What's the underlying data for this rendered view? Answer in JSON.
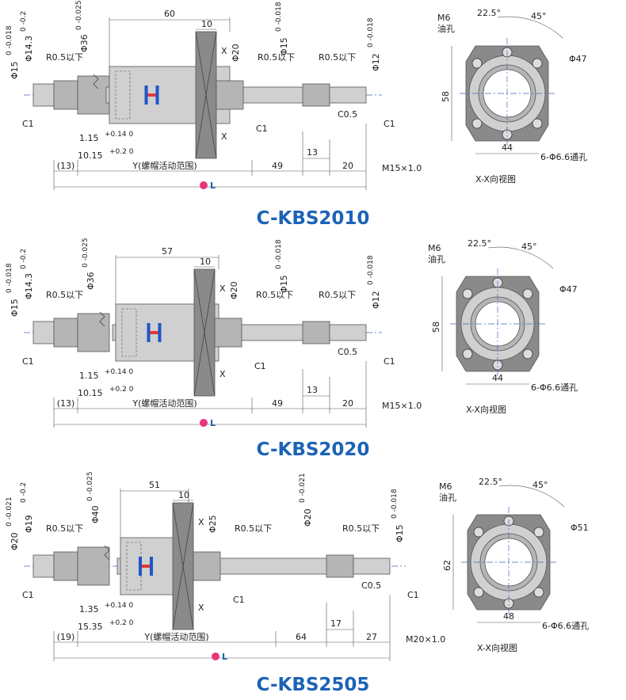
{
  "panels": [
    {
      "title": "C-KBS2010",
      "dims": {
        "d_shaft": "Φ15",
        "tol_shaft": "0\n-0.018",
        "d_step": "Φ14.3",
        "tol_step": "0\n-0.2",
        "d_nut": "Φ36",
        "tol_nut": "0\n-0.025",
        "len_nut": "60",
        "flange": "10",
        "d_mid": "Φ20",
        "d_mid2": "Φ15",
        "tol_mid2": "0\n-0.018",
        "d_end": "Φ12",
        "tol_end": "0\n-0.018",
        "r_left": "R0.5以下",
        "r_mid": "R0.5以下",
        "r_right": "R0.5以下",
        "c1a": "C1",
        "c1b": "C1",
        "c1c": "C1",
        "c05": "C0.5",
        "g1": "1.15",
        "g1tol": "+0.14\n0",
        "g2": "10.15",
        "g2tol": "+0.2\n0",
        "d13a": "(13)",
        "dy": "Y(螺帽活动范围)",
        "d49": "49",
        "d13b": "13",
        "d20": "20",
        "thread": "M15×1.0",
        "l": "L",
        "x_top": "X",
        "x_bot": "X"
      },
      "side": {
        "m6": "M6",
        "oil": "油孔",
        "a225": "22.5°",
        "a45": "45°",
        "dia": "Φ47",
        "h": "58",
        "w": "44",
        "holes": "6-Φ6.6通孔",
        "view": "X-X向视图"
      }
    },
    {
      "title": "C-KBS2020",
      "dims": {
        "d_shaft": "Φ15",
        "tol_shaft": "0\n-0.018",
        "d_step": "Φ14.3",
        "tol_step": "0\n-0.2",
        "d_nut": "Φ36",
        "tol_nut": "0\n-0.025",
        "len_nut": "57",
        "flange": "10",
        "d_mid": "Φ20",
        "d_mid2": "Φ15",
        "tol_mid2": "0\n-0.018",
        "d_end": "Φ12",
        "tol_end": "0\n-0.018",
        "r_left": "R0.5以下",
        "r_mid": "R0.5以下",
        "r_right": "R0.5以下",
        "c1a": "C1",
        "c1b": "C1",
        "c1c": "C1",
        "c05": "C0.5",
        "g1": "1.15",
        "g1tol": "+0.14\n0",
        "g2": "10.15",
        "g2tol": "+0.2\n0",
        "d13a": "(13)",
        "dy": "Y(螺帽活动范围)",
        "d49": "49",
        "d13b": "13",
        "d20": "20",
        "thread": "M15×1.0",
        "l": "L",
        "x_top": "X",
        "x_bot": "X"
      },
      "side": {
        "m6": "M6",
        "oil": "油孔",
        "a225": "22.5°",
        "a45": "45°",
        "dia": "Φ47",
        "h": "58",
        "w": "44",
        "holes": "6-Φ6.6通孔",
        "view": "X-X向视图"
      }
    },
    {
      "title": "C-KBS2505",
      "dims": {
        "d_shaft": "Φ20",
        "tol_shaft": "0\n-0.021",
        "d_step": "Φ19",
        "tol_step": "0\n-0.2",
        "d_nut": "Φ40",
        "tol_nut": "0\n-0.025",
        "len_nut": "51",
        "flange": "10",
        "d_mid": "Φ25",
        "d_mid2": "Φ20",
        "tol_mid2": "0\n-0.021",
        "d_end": "Φ15",
        "tol_end": "0\n-0.018",
        "r_left": "R0.5以下",
        "r_mid": "R0.5以下",
        "r_right": "R0.5以下",
        "c1a": "C1",
        "c1b": "C1",
        "c1c": "C1",
        "c05": "C0.5",
        "g1": "1.35",
        "g1tol": "+0.14\n0",
        "g2": "15.35",
        "g2tol": "+0.2\n0",
        "d13a": "(19)",
        "dy": "Y(螺帽活动范围)",
        "d49": "64",
        "d13b": "17",
        "d20": "27",
        "thread": "M20×1.0",
        "l": "L",
        "x_top": "X",
        "x_bot": "X"
      },
      "side": {
        "m6": "M6",
        "oil": "油孔",
        "a225": "22.5°",
        "a45": "45°",
        "dia": "Φ51",
        "h": "62",
        "w": "48",
        "holes": "6-Φ6.6通孔",
        "view": "X-X向视图"
      }
    }
  ],
  "colors": {
    "title": "#1c63b7",
    "badge": "#e8357b",
    "logo_red": "#e53935",
    "logo_blue": "#1e56c8"
  }
}
